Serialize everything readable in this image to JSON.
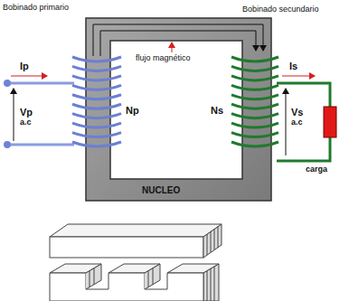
{
  "diagram": {
    "labels": [
      "Bobinado primario",
      "Bobinado secundario",
      "Ip",
      "Is",
      "flujo magnético",
      "Vp",
      "a.c",
      "Np",
      "Ns",
      "Vs",
      "a.c",
      "NUCLEO",
      "carga"
    ]
  }
}
